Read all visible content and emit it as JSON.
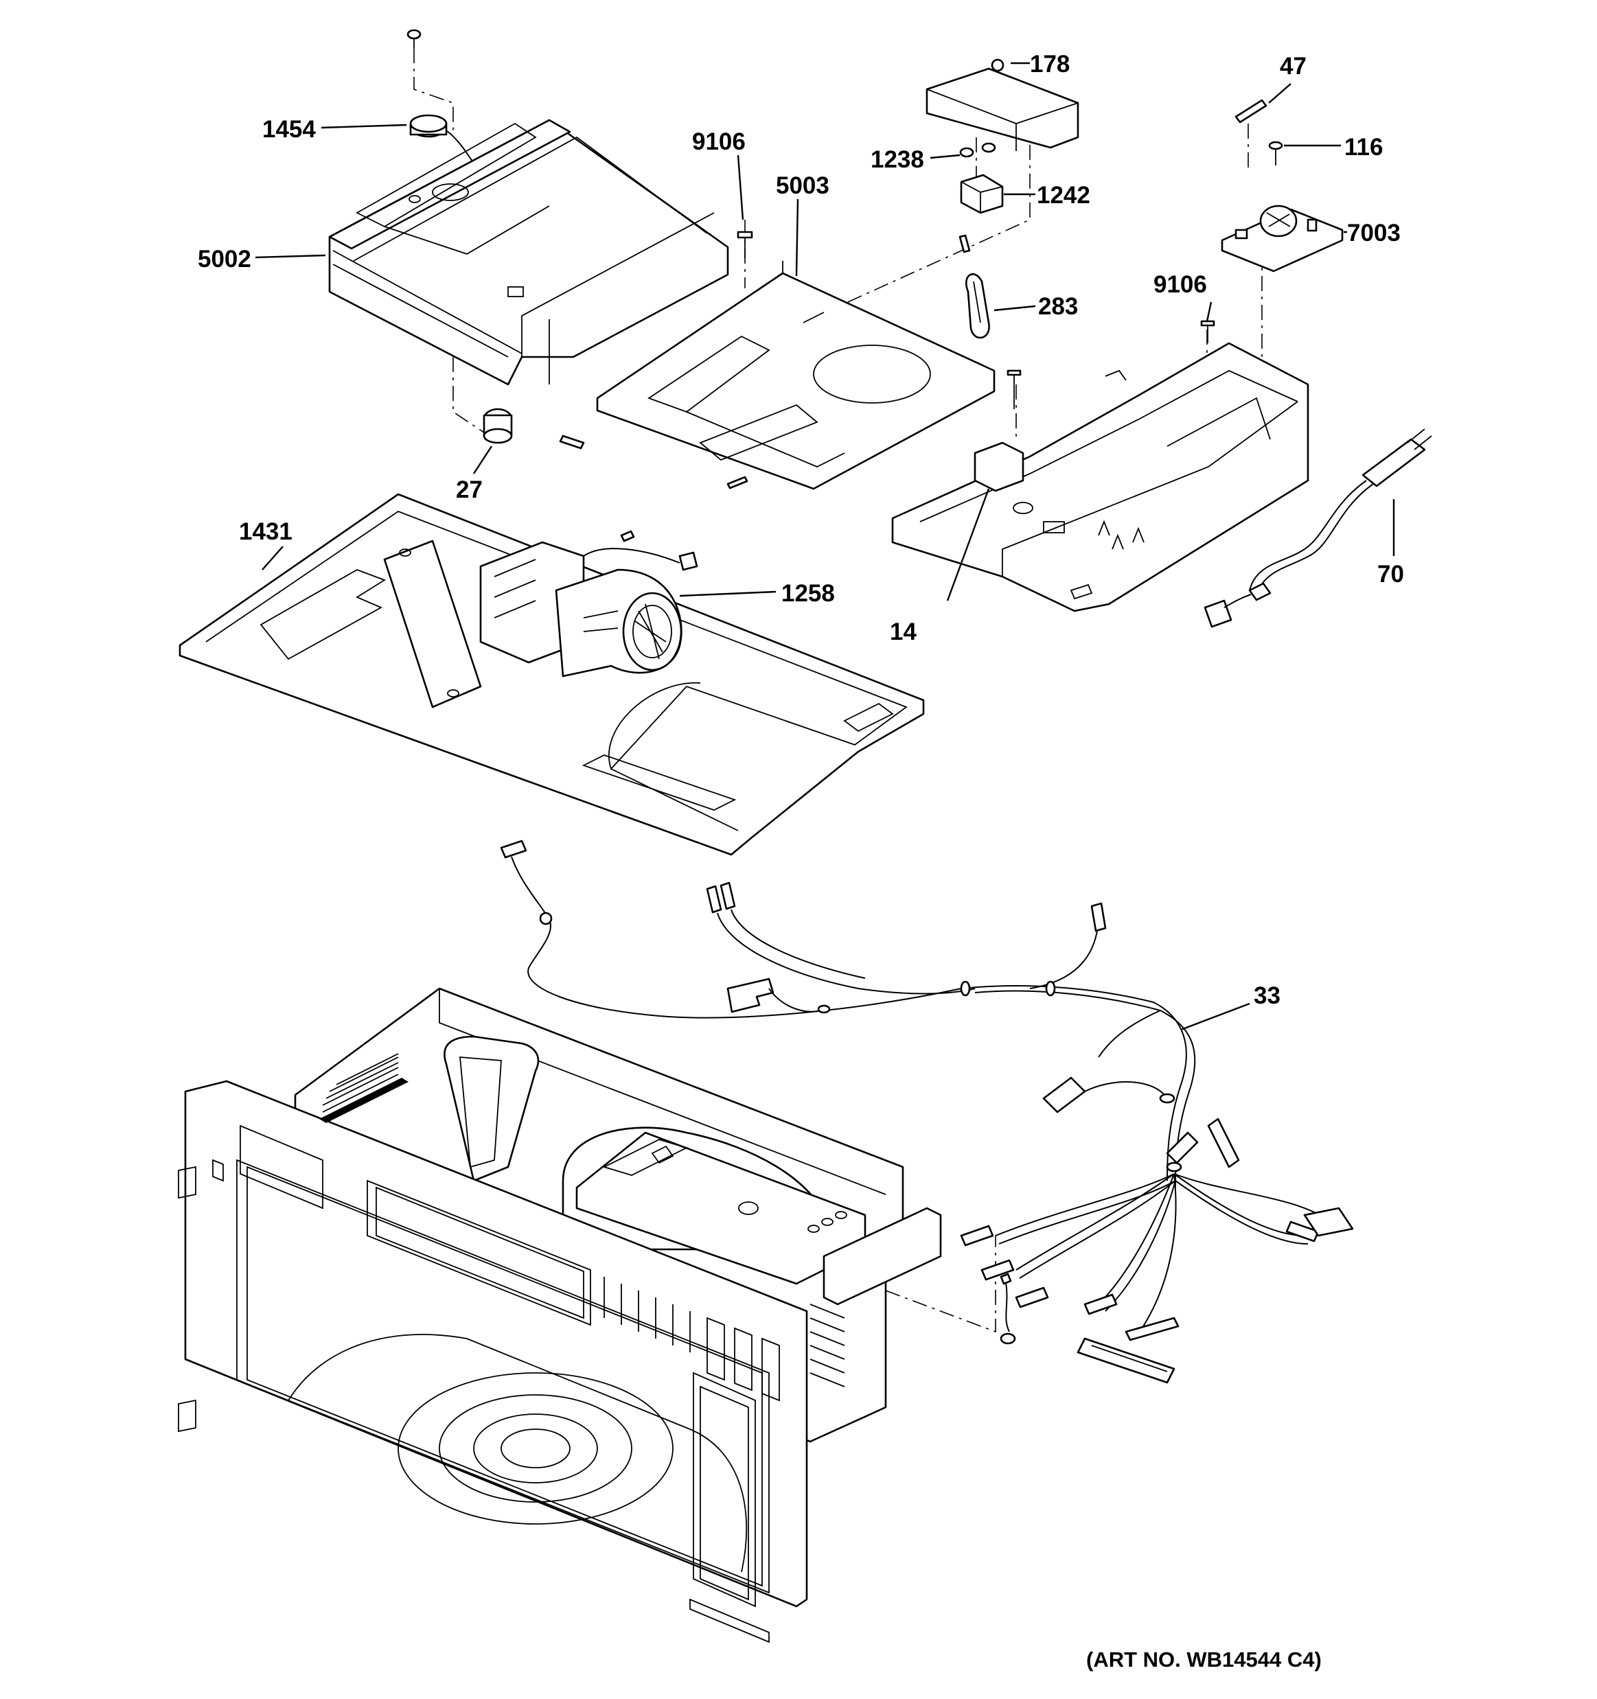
{
  "diagram": {
    "art_number": "(ART NO. WB14544 C4)",
    "callouts": [
      {
        "id": "1454",
        "text": "1454"
      },
      {
        "id": "5002",
        "text": "5002"
      },
      {
        "id": "27",
        "text": "27"
      },
      {
        "id": "9106a",
        "text": "9106"
      },
      {
        "id": "5003",
        "text": "5003"
      },
      {
        "id": "178",
        "text": "178"
      },
      {
        "id": "1238",
        "text": "1238"
      },
      {
        "id": "1242",
        "text": "1242"
      },
      {
        "id": "283",
        "text": "283"
      },
      {
        "id": "47",
        "text": "47"
      },
      {
        "id": "116",
        "text": "116"
      },
      {
        "id": "7003",
        "text": "7003"
      },
      {
        "id": "9106b",
        "text": "9106"
      },
      {
        "id": "70",
        "text": "70"
      },
      {
        "id": "14",
        "text": "14"
      },
      {
        "id": "1431",
        "text": "1431"
      },
      {
        "id": "1258",
        "text": "1258"
      },
      {
        "id": "33",
        "text": "33"
      }
    ]
  }
}
